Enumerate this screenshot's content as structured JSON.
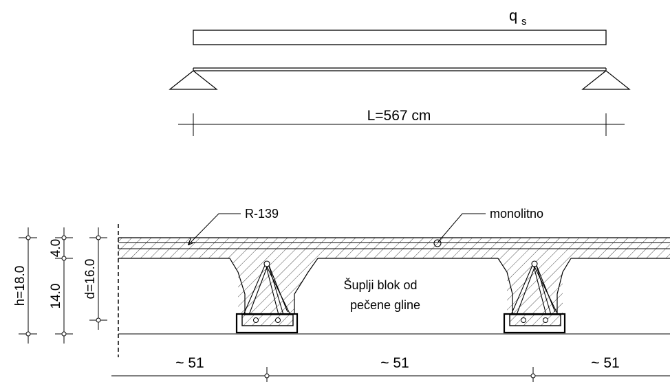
{
  "load": {
    "symbol": "q",
    "subscript": "s"
  },
  "span_label": "L=567 cm",
  "labels": {
    "mesh": "R-139",
    "monolithic": "monolitno",
    "block_line1": "Šuplji blok od",
    "block_line2": "pečene gline"
  },
  "dimensions": {
    "h": "h=18.0",
    "top": "4.0",
    "bottom": "14.0",
    "d": "d=16.0"
  },
  "spacing": [
    "~ 51",
    "~ 51",
    "~ 51"
  ]
}
